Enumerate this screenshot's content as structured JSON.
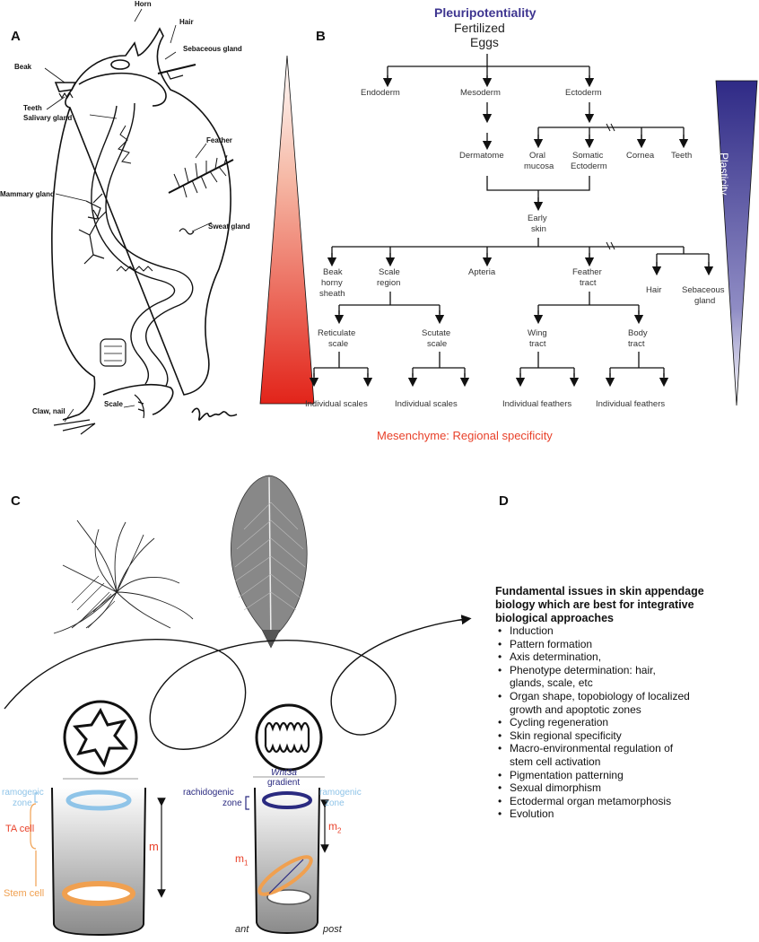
{
  "panels": {
    "a": "A",
    "b": "B",
    "c": "C",
    "d": "D"
  },
  "panel_a": {
    "labels": {
      "horn": "Horn",
      "hair": "Hair",
      "sebaceous_gland": "Sebaceous gland",
      "beak": "Beak",
      "teeth": "Teeth",
      "salivary_gland": "Salivary gland",
      "feather": "Feather",
      "mammary_gland": "Mammary gland",
      "sweat_gland": "Sweat gland",
      "scale": "Scale",
      "claw_nail": "Claw, nail"
    },
    "regional_specificity": "Regional Specificity",
    "colors": {
      "gradient_top": "#ffffff",
      "gradient_bottom": "#e8281a"
    }
  },
  "panel_b": {
    "pleuripotentiality": "Pleuripotentiality",
    "fertilized": "Fertilized",
    "eggs": "Eggs",
    "endoderm": "Endoderm",
    "mesoderm": "Mesoderm",
    "ectoderm": "Ectoderm",
    "dermatome": "Dermatome",
    "oral": "Oral",
    "mucosa": "mucosa",
    "somatic": "Somatic",
    "ectoderm2": "Ectoderm",
    "cornea": "Cornea",
    "teeth": "Teeth",
    "early": "Early",
    "skin": "skin",
    "beak": "Beak",
    "horny": "horny",
    "sheath": "sheath",
    "scale": "Scale",
    "region": "region",
    "apteria": "Apteria",
    "feather": "Feather",
    "tract": "tract",
    "hair": "Hair",
    "sebaceous": "Sebaceous",
    "gland": "gland",
    "reticulate": "Reticulate",
    "scale1": "scale",
    "scutate": "Scutate",
    "scale2": "scale",
    "wing": "Wing",
    "tract1": "tract",
    "body": "Body",
    "tract2": "tract",
    "ind_scales_1": "Individual scales",
    "ind_scales_2": "Individual scales",
    "ind_feathers_1": "Individual feathers",
    "ind_feathers_2": "Individual feathers",
    "mesenchyme": "Mesenchyme: Regional specificity",
    "plasticity": "Plasticity",
    "colors": {
      "plasticity": "#3a3594",
      "mesenchyme": "#e8412a",
      "pleuri": "#3e3590"
    }
  },
  "panel_c": {
    "ramogenic_zone_1a": "ramogenic",
    "ramogenic_zone_1b": "zone",
    "ta_cell": "TA cell",
    "stem_cell": "Stem cell",
    "m": "m",
    "rachidogenic_a": "rachidogenic",
    "rachidogenic_b": "zone",
    "wnt3a_a": "Wnt3a",
    "wnt3a_b": "gradient",
    "ramogenic_zone_2a": "ramogenic",
    "ramogenic_zone_2b": "zone",
    "m1": "m",
    "m1_sub": "1",
    "m2": "m",
    "m2_sub": "2",
    "ant": "ant",
    "post": "post",
    "colors": {
      "ramogenic": "#8fc4e8",
      "ta": "#e8412a",
      "stem": "#f0a050",
      "rachidogenic": "#2a2a80"
    }
  },
  "panel_d": {
    "title_1": "Fundamental issues in skin appendage",
    "title_2": "biology which are best for integrative",
    "title_3": "biological approaches",
    "items": [
      "Induction",
      "Pattern formation",
      "Axis determination,",
      "Phenotype determination: hair,",
      "glands, scale, etc",
      "Organ shape, topobiology of localized",
      "growth and apoptotic zones",
      "Cycling regeneration",
      "Skin regional specificity",
      "Macro-environmental regulation of",
      "stem cell activation",
      "Pigmentation patterning",
      "Sexual dimorphism",
      "Ectodermal organ metamorphosis",
      "Evolution"
    ]
  }
}
